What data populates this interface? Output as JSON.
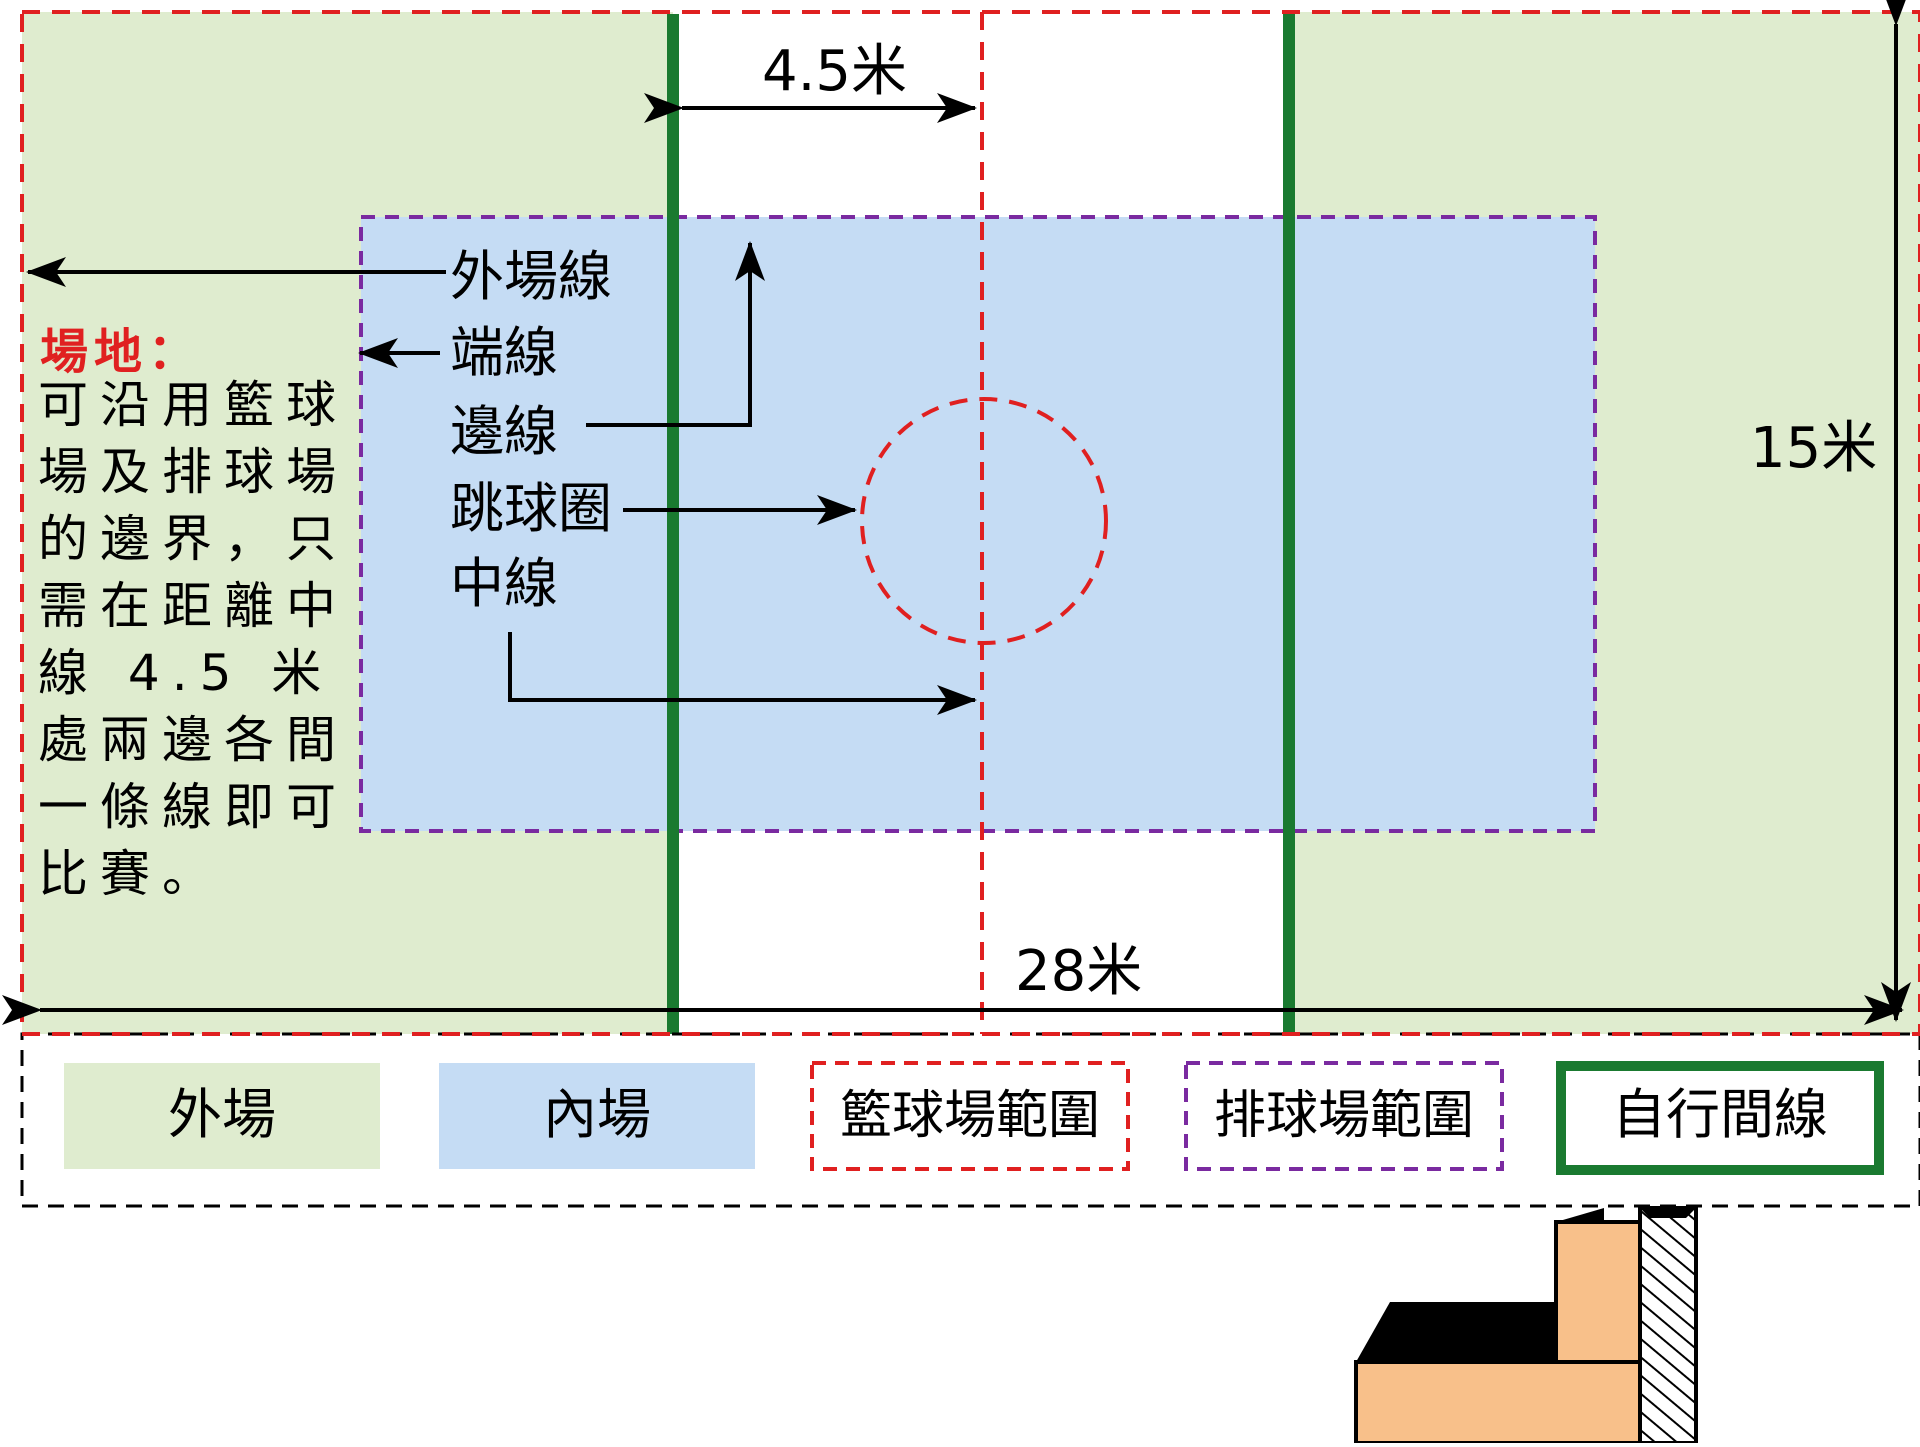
{
  "diagram": {
    "dimensions": {
      "center_gap": "4.5米",
      "height": "15米",
      "length": "28米"
    },
    "labels": {
      "outer_line": "外場線",
      "end_line": "端線",
      "side_line": "邊線",
      "jump_circle": "跳球圈",
      "center_line": "中線"
    },
    "note": {
      "title": "場地：",
      "body": "可沿用籃球場及排球場的邊界，只需在距離中線 4.5 米處兩邊各間一條線即可比賽。"
    },
    "legend": [
      {
        "label": "外場",
        "fill": "#dfeccf"
      },
      {
        "label": "內場",
        "fill": "#c5dcf4"
      },
      {
        "label": "籃球場範圍",
        "stroke": "#e02020"
      },
      {
        "label": "排球場範圍",
        "stroke": "#7a2aa0"
      },
      {
        "label": "自行間線",
        "stroke": "#1a7a30"
      }
    ],
    "colors": {
      "outer_field": "#dfeccf",
      "inner_field": "#c5dcf4",
      "basketball_boundary": "#e02020",
      "volleyball_boundary": "#7a2aa0",
      "self_drawn_line": "#1a7a30",
      "figure_fill": "#f8c08a"
    }
  }
}
